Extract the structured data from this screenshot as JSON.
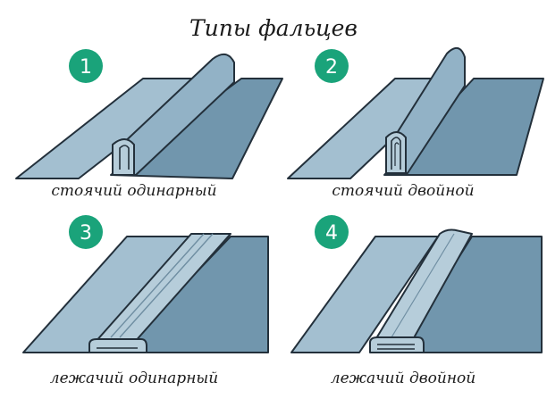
{
  "title": "Типы фальцев",
  "colors": {
    "badge": "#1aa37a",
    "light_sheet": "#a3bfd0",
    "mid_sheet": "#8aa9bd",
    "dark_sheet": "#6f93aa",
    "outline": "#23303b"
  },
  "panels": [
    {
      "number": "1",
      "label": "стоячий одинарный"
    },
    {
      "number": "2",
      "label": "стоячий двойной"
    },
    {
      "number": "3",
      "label": "лежачий одинарный"
    },
    {
      "number": "4",
      "label": "лежачий двойной"
    }
  ]
}
